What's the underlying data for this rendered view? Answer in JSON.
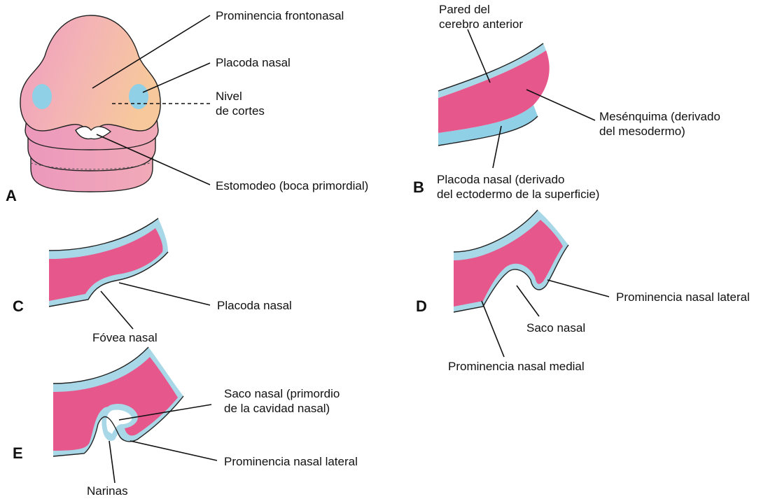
{
  "figure": {
    "colors": {
      "mesenchyme": "#e6578c",
      "ectoderm": "#a8d8e8",
      "placode": "#8fd0e6",
      "face_pink": "#f0a0b8",
      "face_peach": "#f6c29a",
      "outline": "#222222"
    },
    "panel_a": {
      "letter": "A",
      "prominencia_frontonasal": "Prominencia frontonasal",
      "placoda_nasal": "Placoda nasal",
      "nivel_line1": "Nivel",
      "nivel_line2": "de cortes",
      "estomodeo": "Estomodeo (boca primordial)"
    },
    "panel_b": {
      "letter": "B",
      "pared_line1": "Pared del",
      "pared_line2": "cerebro anterior",
      "mesenquima_line1": "Mesénquima (derivado",
      "mesenquima_line2": "del mesodermo)",
      "placoda_line1": "Placoda nasal (derivado",
      "placoda_line2": "del ectodermo de la superficie)"
    },
    "panel_c": {
      "letter": "C",
      "placoda_nasal": "Placoda nasal",
      "fovea_nasal": "Fóvea nasal"
    },
    "panel_d": {
      "letter": "D",
      "prominencia_lateral": "Prominencia nasal lateral",
      "saco_nasal": "Saco nasal",
      "prominencia_medial": "Prominencia nasal medial"
    },
    "panel_e": {
      "letter": "E",
      "saco_line1": "Saco nasal (primordio",
      "saco_line2": "de la cavidad nasal)",
      "prominencia_lateral": "Prominencia nasal lateral",
      "narinas": "Narinas"
    }
  }
}
